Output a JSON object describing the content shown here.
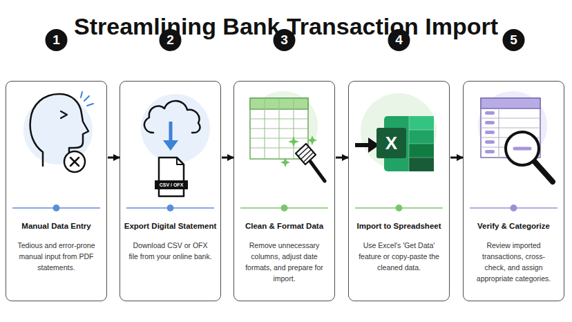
{
  "diagram": {
    "title": "Streamlining Bank Transaction Import",
    "nodes": [
      {
        "text": [
          "Manual Data Entry",
          "Tedious and error-prone manual input from PDF statements."
        ]
      },
      {
        "text": [
          "Export Digital Statement",
          "Download CSV or OFX file from your online bank."
        ]
      },
      {
        "text": [
          "Clean & Format Data",
          "Remove unnecessary columns, adjust date formats, and prepare for import."
        ]
      },
      {
        "text": [
          "Import to Spreadsheet",
          "Use Excel's 'Get Data' feature or copy-paste the cleaned data."
        ]
      },
      {
        "text": [
          "Verify & Categorize",
          "Review imported transactions, cross-check, and assign appropriate categories."
        ]
      }
    ],
    "edges": [
      {
        "from": 0,
        "to": 1,
        "arrow": "to"
      },
      {
        "from": 1,
        "to": 2,
        "arrow": "to"
      },
      {
        "from": 2,
        "to": 3,
        "arrow": "to"
      },
      {
        "from": 3,
        "to": 4,
        "arrow": "to"
      }
    ],
    "labels": [
      "1",
      "2",
      "3",
      "4",
      "5",
      "CSV / OFX",
      "X"
    ]
  }
}
